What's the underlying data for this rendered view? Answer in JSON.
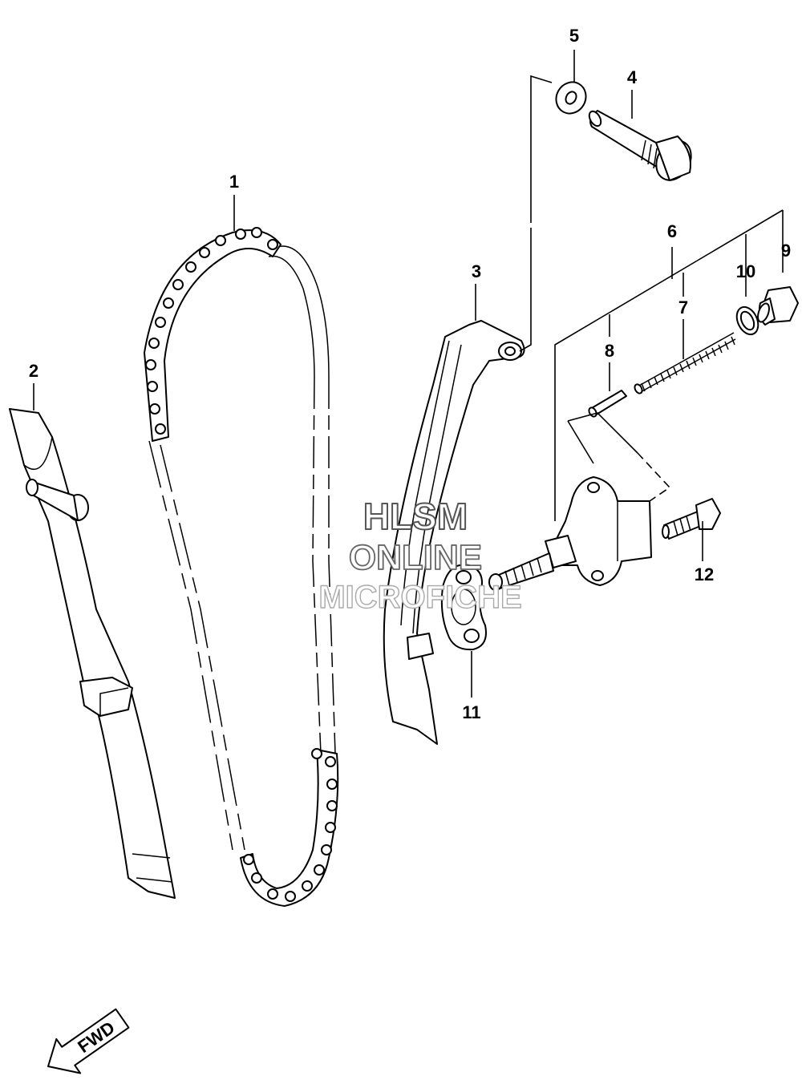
{
  "callouts": {
    "p1": "1",
    "p2": "2",
    "p3": "3",
    "p4": "4",
    "p5": "5",
    "p6": "6",
    "p7": "7",
    "p8": "8",
    "p9": "9",
    "p10": "10",
    "p11": "11",
    "p12": "12"
  },
  "watermark": {
    "line1": "HLSM",
    "line2": "ONLINE",
    "line3": "MICROFICHE"
  },
  "direction_arrow": {
    "label": "FWD",
    "icon": "fwd-arrow-icon"
  },
  "colors": {
    "line": "#000000",
    "background": "#ffffff",
    "watermark_outline": "#555555"
  }
}
